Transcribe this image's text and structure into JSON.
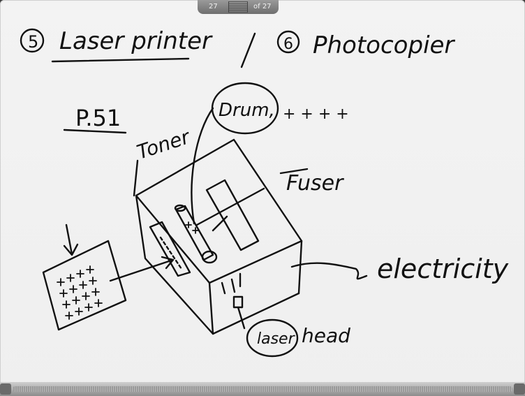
{
  "pager": {
    "current": "27",
    "of_label": "of 27"
  },
  "notes": {
    "item5_num": "5",
    "item5_title": "Laser printer",
    "item6_num": "6",
    "item6_title": "Photocopier",
    "ref": "P.51",
    "toner": "Toner",
    "drum": "Drum,",
    "charges": "+ +  + +",
    "fuser": "Fuser",
    "electricity": "electricity",
    "laser": "laser",
    "head": "head"
  },
  "colors": {
    "ink": "#111111",
    "board": "#f1f1f1",
    "chrome": "#7a7a7a"
  }
}
